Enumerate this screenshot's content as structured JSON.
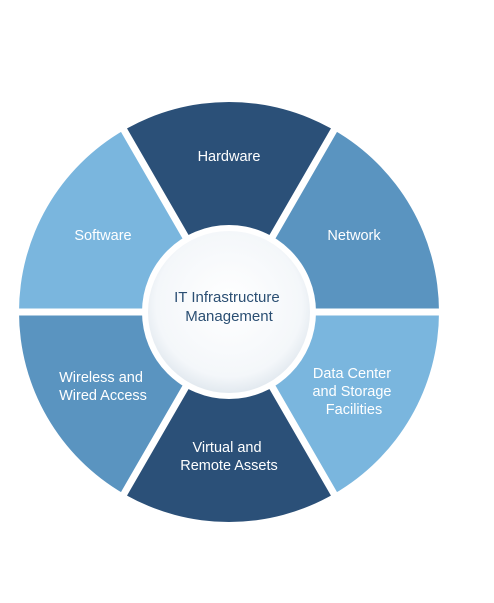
{
  "center": {
    "lines": [
      "IT Infrastructure",
      "Management"
    ]
  },
  "segments": [
    {
      "id": "hardware",
      "lines": [
        "Hardware"
      ],
      "color": "#2b5078"
    },
    {
      "id": "network",
      "lines": [
        "Network"
      ],
      "color": "#5a94c0"
    },
    {
      "id": "data-center",
      "lines": [
        "Data Center",
        "and Storage",
        "Facilities"
      ],
      "color": "#7ab6de"
    },
    {
      "id": "virtual-remote",
      "lines": [
        "Virtual and",
        "Remote Assets"
      ],
      "color": "#2b5078"
    },
    {
      "id": "wireless-wired",
      "lines": [
        "Wireless and",
        "Wired Access"
      ],
      "color": "#5a94c0"
    },
    {
      "id": "software",
      "lines": [
        "Software"
      ],
      "color": "#7ab6de"
    }
  ],
  "colors": {
    "background": "#ffffff",
    "center_fill": "#ffffff",
    "center_ring": "#dde5ec",
    "center_text": "#2b4f73",
    "separator": "#ffffff"
  }
}
